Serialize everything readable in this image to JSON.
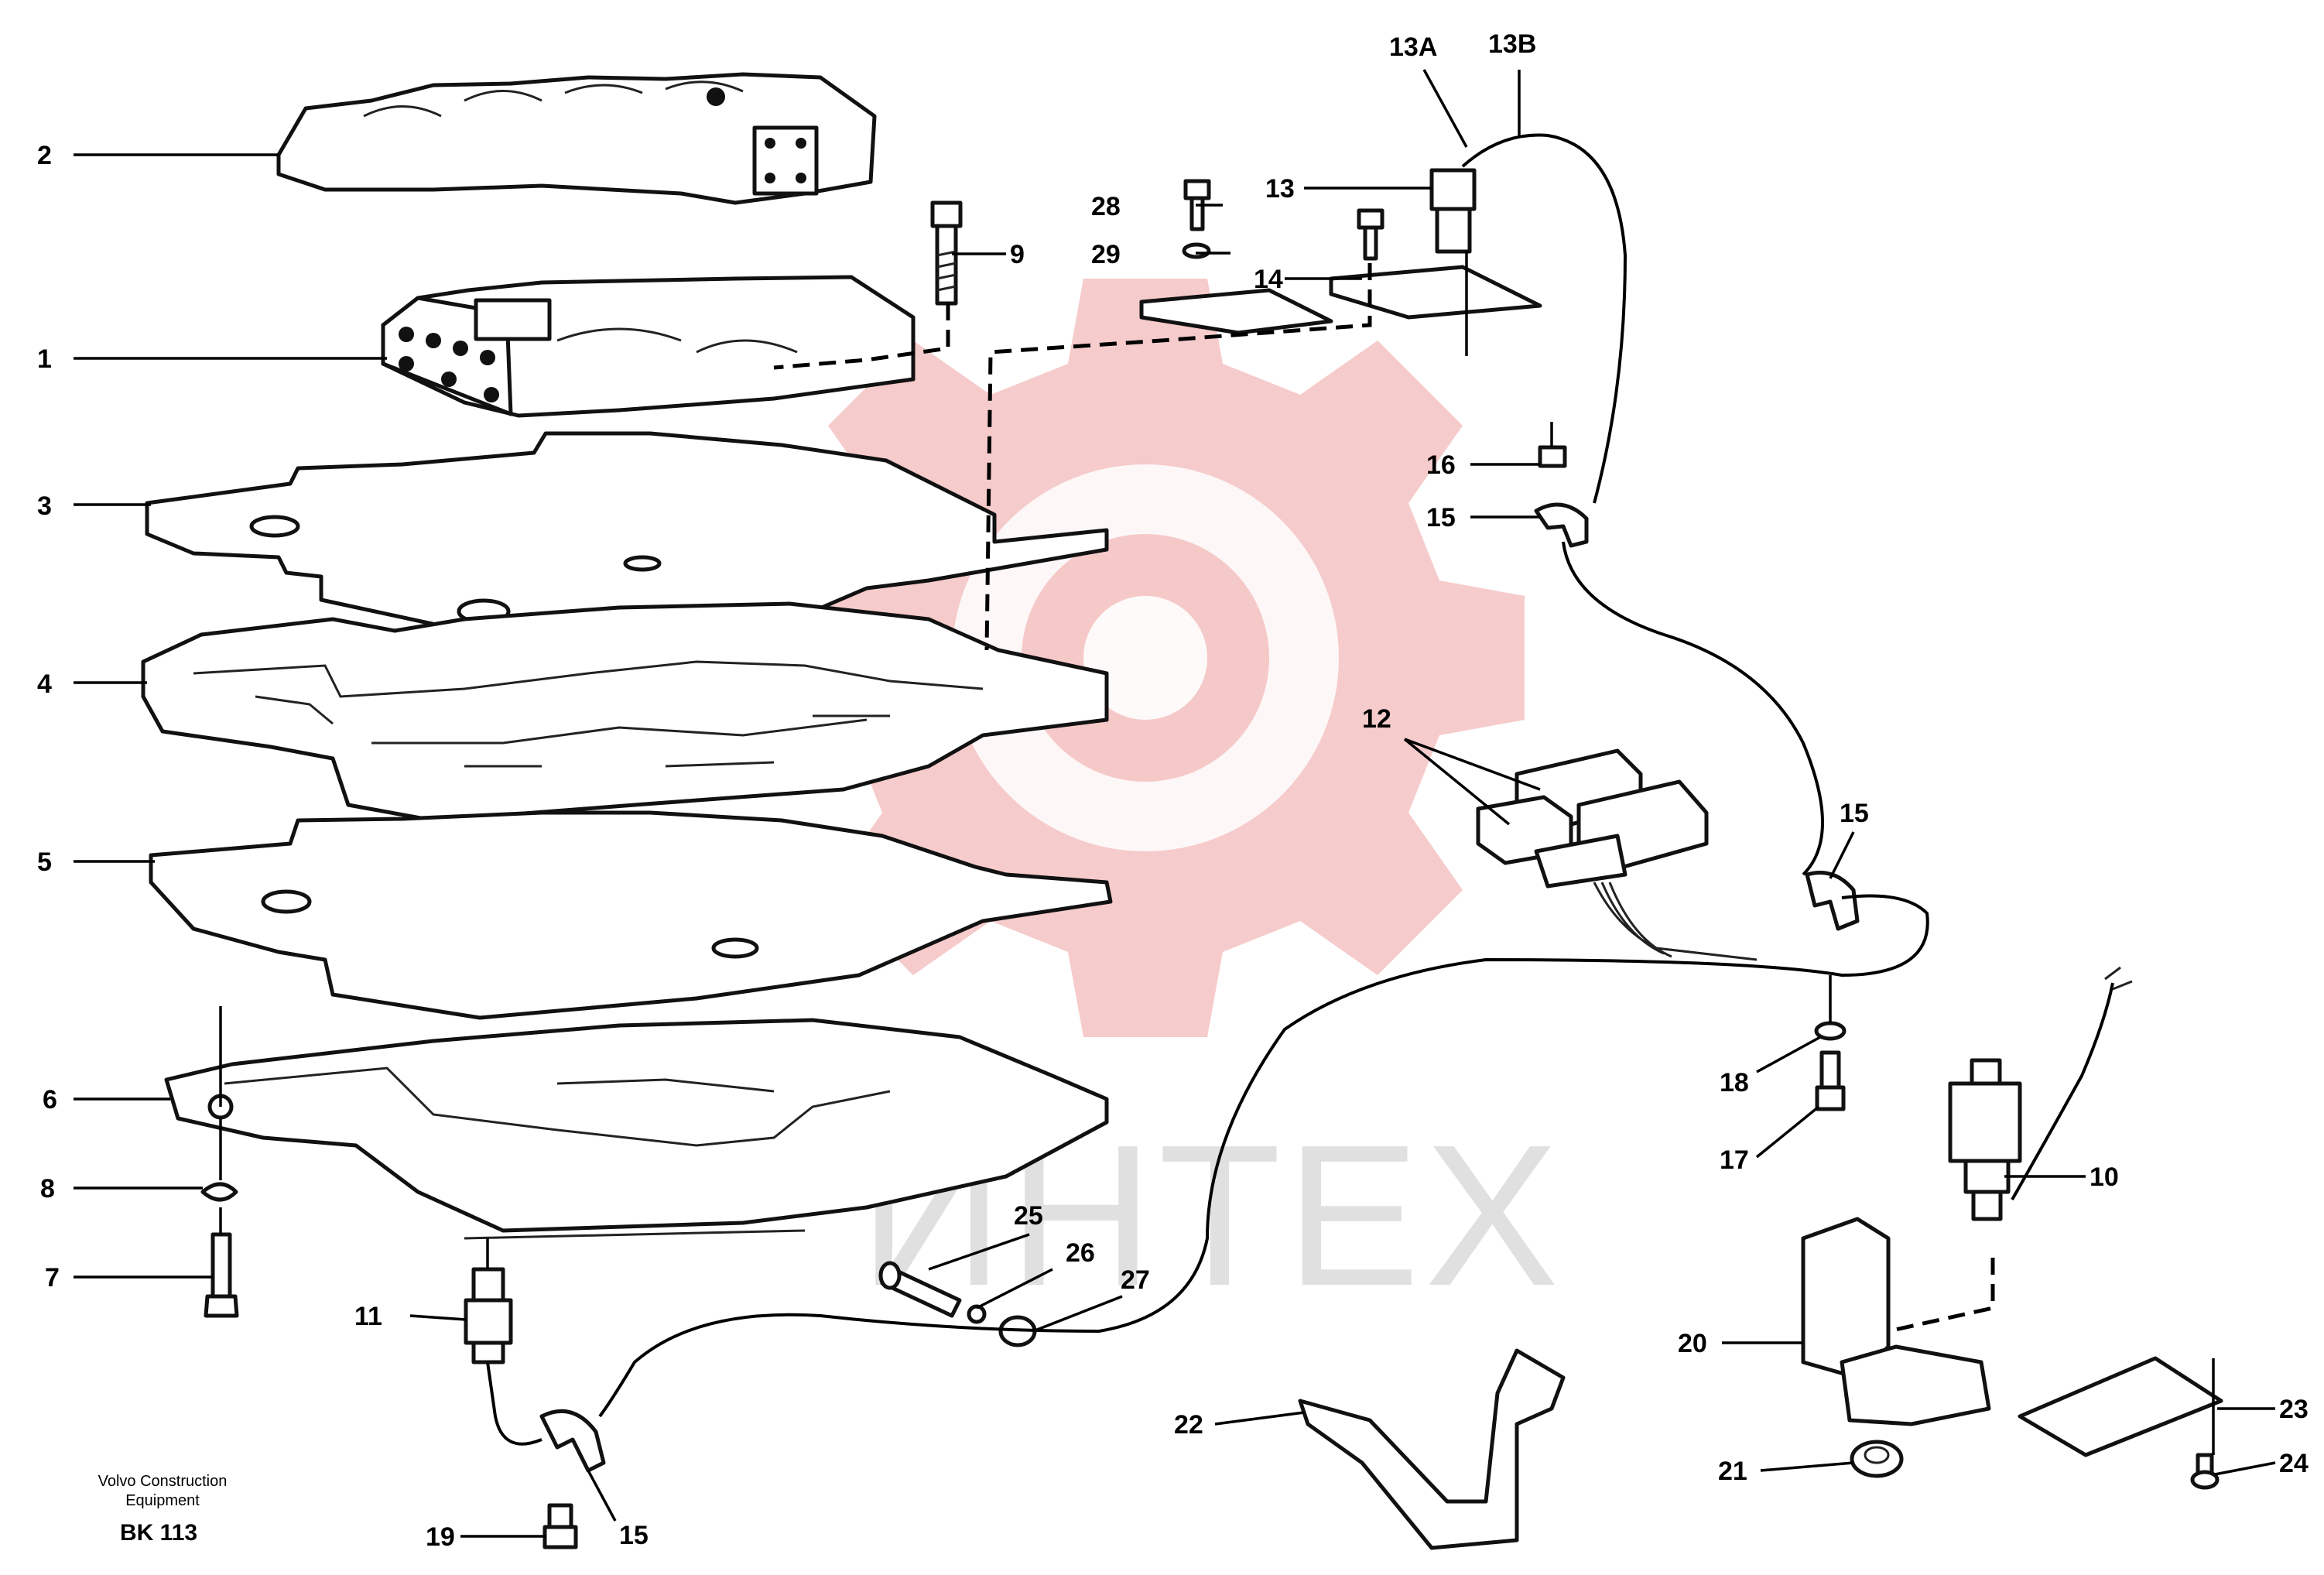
{
  "figure": {
    "footer": {
      "company_line1": "Volvo Construction",
      "company_line2": "Equipment",
      "code": "BK 113"
    },
    "watermark": {
      "text": "ИНТЕХ",
      "gear_color": "#f2b5b5",
      "text_color": "#c8c8c8"
    },
    "callouts": [
      {
        "id": "c1",
        "label": "1"
      },
      {
        "id": "c2",
        "label": "2"
      },
      {
        "id": "c3",
        "label": "3"
      },
      {
        "id": "c4",
        "label": "4"
      },
      {
        "id": "c5",
        "label": "5"
      },
      {
        "id": "c6",
        "label": "6"
      },
      {
        "id": "c7",
        "label": "7"
      },
      {
        "id": "c8",
        "label": "8"
      },
      {
        "id": "c9",
        "label": "9"
      },
      {
        "id": "c10",
        "label": "10"
      },
      {
        "id": "c11",
        "label": "11"
      },
      {
        "id": "c12",
        "label": "12"
      },
      {
        "id": "c13",
        "label": "13"
      },
      {
        "id": "c13a",
        "label": "13A"
      },
      {
        "id": "c13b",
        "label": "13B"
      },
      {
        "id": "c14",
        "label": "14"
      },
      {
        "id": "c15a",
        "label": "15"
      },
      {
        "id": "c15b",
        "label": "15"
      },
      {
        "id": "c15c",
        "label": "15"
      },
      {
        "id": "c16",
        "label": "16"
      },
      {
        "id": "c17",
        "label": "17"
      },
      {
        "id": "c18",
        "label": "18"
      },
      {
        "id": "c19",
        "label": "19"
      },
      {
        "id": "c20",
        "label": "20"
      },
      {
        "id": "c21",
        "label": "21"
      },
      {
        "id": "c22",
        "label": "22"
      },
      {
        "id": "c23",
        "label": "23"
      },
      {
        "id": "c24",
        "label": "24"
      },
      {
        "id": "c25",
        "label": "25"
      },
      {
        "id": "c26",
        "label": "26"
      },
      {
        "id": "c27",
        "label": "27"
      },
      {
        "id": "c28",
        "label": "28"
      },
      {
        "id": "c29",
        "label": "29"
      }
    ]
  }
}
